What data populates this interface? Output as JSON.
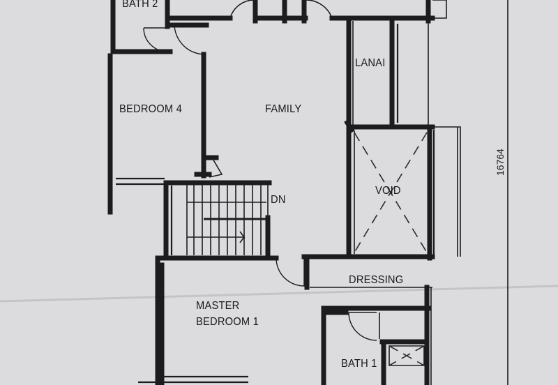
{
  "rooms": {
    "bath2": "BATH 2",
    "bedroom4": "BEDROOM 4",
    "family": "FAMILY",
    "lanai": "LANAI",
    "void": "VOID",
    "dn": "DN",
    "dressing": "DRESSING",
    "master_line1": "MASTER",
    "master_line2": "BEDROOM 1",
    "bath1": "BATH 1"
  },
  "dimensions": {
    "overall": "16764"
  }
}
